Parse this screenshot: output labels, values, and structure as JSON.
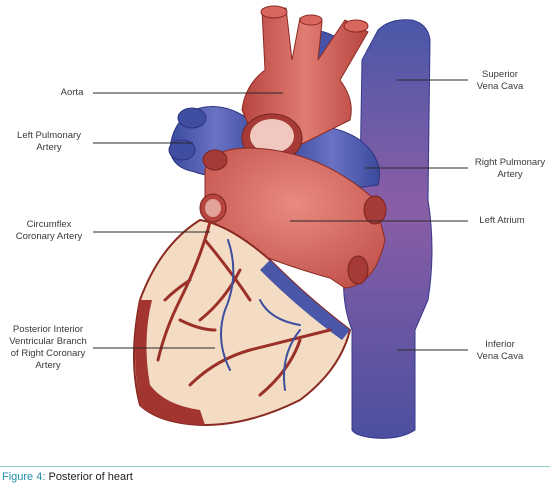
{
  "labels": {
    "aorta": "Aorta",
    "left_pulmonary_artery": "Left Pulmonary\nArtery",
    "circumflex_coronary_artery": "Circumflex\nCoronary Artery",
    "posterior_interior_branch": "Posterior Interior\nVentricular Branch\nof Right Coronary\nArtery",
    "superior_vena_cava": "Superior\nVena Cava",
    "right_pulmonary_artery": "Right Pulmonary\nArtery",
    "left_atrium": "Left Atrium",
    "inferior_vena_cava": "Inferior\nVena Cava"
  },
  "caption": {
    "figure": "Figure 4:",
    "text": " Posterior of heart"
  },
  "colors": {
    "artery_red": "#c4544f",
    "artery_highlight": "#e88a80",
    "vein_blue": "#4a57a8",
    "vein_purple": "#7a5aa0",
    "muscle_cream": "#f3dcc3",
    "vessel_dark": "#8a2a22",
    "rule_teal": "#8ecfd0"
  }
}
